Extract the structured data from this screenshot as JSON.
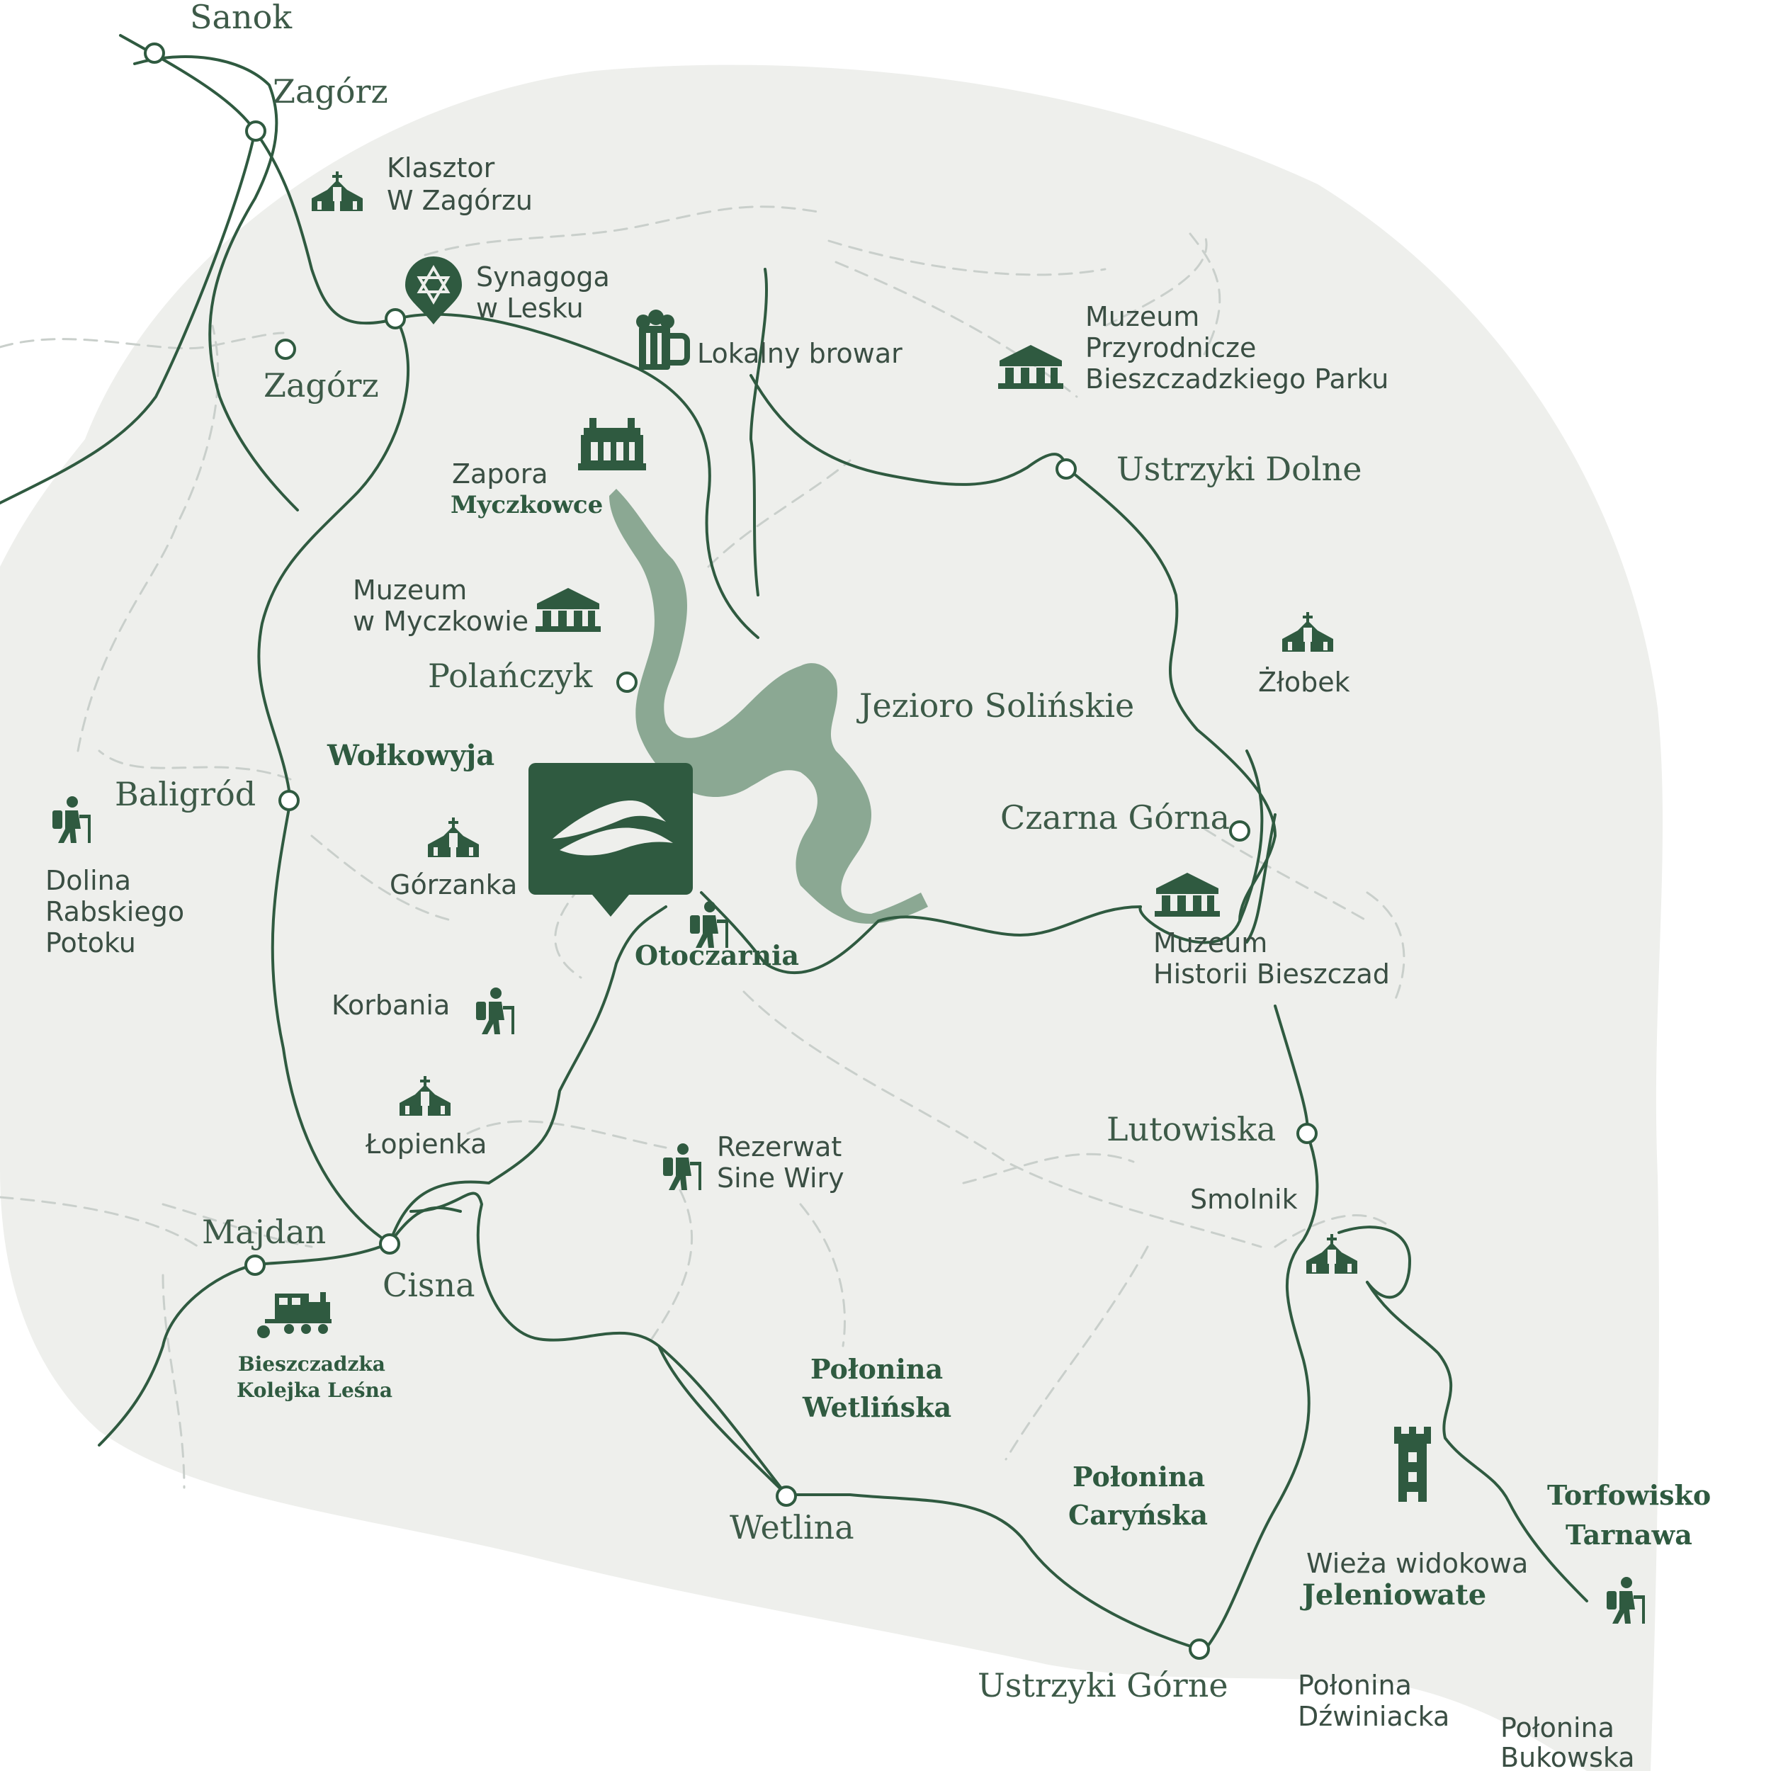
{
  "colors": {
    "land": "#eeefec",
    "road": "#2f5a40",
    "lake": "#7fa08a",
    "icon": "#2f5a40",
    "trail": "#c9cfcb"
  },
  "towns": {
    "sanok": "Sanok",
    "zagorz_top": "Zagórz",
    "zagorz_mid": "Zagórz",
    "ustrzyki_dolne": "Ustrzyki Dolne",
    "polanczyk": "Polańczyk",
    "baligrod": "Baligród",
    "czarna_gorna": "Czarna Górna",
    "lutowiska": "Lutowiska",
    "majdan": "Majdan",
    "cisna": "Cisna",
    "wetlina": "Wetlina",
    "ustrzyki_gorne": "Ustrzyki Górne"
  },
  "places": {
    "wolkowyja": "Wołkowyja",
    "jezioro": "Jezioro Solińskie",
    "otoczarnia": "Otoczarnia",
    "zapora_1": "Zapora",
    "zapora_2": "Myczkowce",
    "polonina_wetlinska_1": "Połonina",
    "polonina_wetlinska_2": "Wetlińska",
    "polonina_carynska_1": "Połonina",
    "polonina_carynska_2": "Caryńska",
    "torfowisko_1": "Torfowisko",
    "torfowisko_2": "Tarnawa",
    "kolejka_1": "Bieszczadzka",
    "kolejka_2": "Kolejka Leśna",
    "jeleniowate": "Jeleniowate"
  },
  "pois": {
    "klasztor_1": "Klasztor",
    "klasztor_2": "W Zagórzu",
    "synagoga_1": "Synagoga",
    "synagoga_2": "w Lesku",
    "browar": "Lokalny browar",
    "muzeum_przyr_1": "Muzeum",
    "muzeum_przyr_2": "Przyrodnicze",
    "muzeum_przyr_3": "Bieszczadzkiego Parku",
    "muzeum_mycz_1": "Muzeum",
    "muzeum_mycz_2": "w Myczkowie",
    "zlobek": "Żłobek",
    "gorzanka": "Górzanka",
    "dolina_1": "Dolina",
    "dolina_2": "Rabskiego",
    "dolina_3": "Potoku",
    "muzeum_hist_1": "Muzeum",
    "muzeum_hist_2": "Historii Bieszczad",
    "korbania": "Korbania",
    "lopienka": "Łopienka",
    "rezerwat_1": "Rezerwat",
    "rezerwat_2": "Sine Wiry",
    "smolnik": "Smolnik",
    "wieza": "Wieża widokowa",
    "polonina_dzw_1": "Połonina",
    "polonina_dzw_2": "Dźwiniacka",
    "polonina_buk_1": "Połonina",
    "polonina_buk_2": "Bukowska"
  },
  "icons": {
    "church": "church-icon",
    "synagogue": "synagogue-icon",
    "beer": "beer-mug-icon",
    "museum": "museum-icon",
    "dam": "dam-icon",
    "hiker": "hiker-icon",
    "train": "train-icon",
    "tower": "tower-icon",
    "logo": "logo-icon"
  }
}
